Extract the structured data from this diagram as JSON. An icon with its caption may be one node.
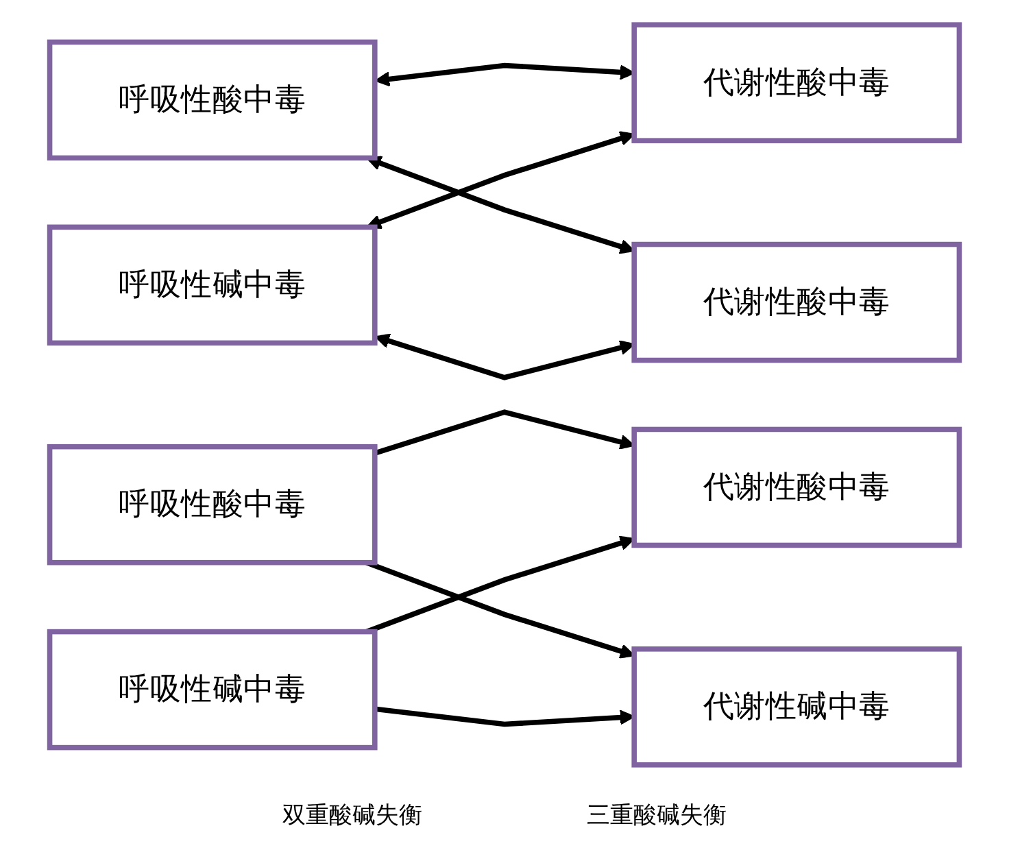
{
  "diagram": {
    "nodes": [
      {
        "text": [
          "呼吸性酸中毒"
        ]
      },
      {
        "text": [
          "代谢性酸中毒"
        ]
      },
      {
        "text": [
          "呼吸性碱中毒"
        ]
      },
      {
        "text": [
          "代谢性酸中毒"
        ]
      },
      {
        "text": [
          "呼吸性酸中毒"
        ]
      },
      {
        "text": [
          "代谢性酸中毒"
        ]
      },
      {
        "text": [
          "呼吸性碱中毒"
        ]
      },
      {
        "text": [
          "代谢性碱中毒"
        ]
      }
    ],
    "edges": [
      {
        "from": 0,
        "to": 1,
        "arrow": "both"
      },
      {
        "from": 0,
        "to": 3,
        "arrow": "both"
      },
      {
        "from": 2,
        "to": 1,
        "arrow": "both"
      },
      {
        "from": 2,
        "to": 3,
        "arrow": "both"
      },
      {
        "from": 4,
        "to": 5,
        "arrow": "to"
      },
      {
        "from": 4,
        "to": 7,
        "arrow": "to"
      },
      {
        "from": 6,
        "to": 5,
        "arrow": "to"
      },
      {
        "from": 6,
        "to": 7,
        "arrow": "to"
      }
    ],
    "labels": [
      "双重酸碱失衡",
      "三重酸碱失衡"
    ]
  }
}
